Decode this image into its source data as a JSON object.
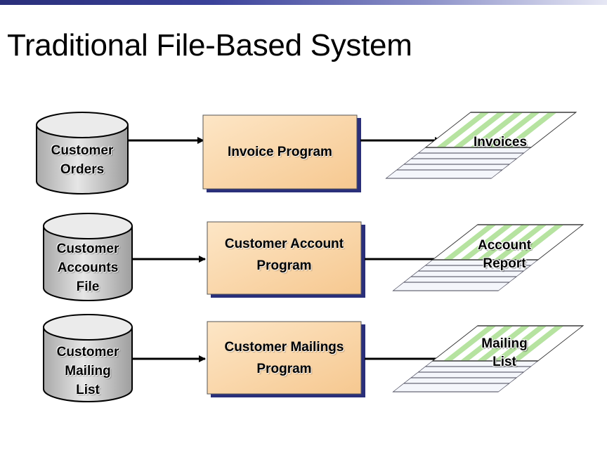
{
  "title": "Traditional File-Based System",
  "colors": {
    "top_bar": "#2a2f7a",
    "cylinder_fill": "#d6d6d6",
    "program_box_fill": "#fbd7a8",
    "program_box_border": "#2a2f7a",
    "arrow": "#000000",
    "paper_stripe_green": "#b6e3a0"
  },
  "rows": [
    {
      "source": {
        "label_lines": [
          "Customer",
          "Orders"
        ]
      },
      "program": {
        "label_lines": [
          "Invoice Program"
        ]
      },
      "output": {
        "label_lines": [
          "Invoices"
        ]
      }
    },
    {
      "source": {
        "label_lines": [
          "Customer",
          "Accounts",
          "File"
        ]
      },
      "program": {
        "label_lines": [
          "Customer Account",
          "Program"
        ]
      },
      "output": {
        "label_lines": [
          "Account",
          "Report"
        ]
      }
    },
    {
      "source": {
        "label_lines": [
          "Customer",
          "Mailing",
          "List"
        ]
      },
      "program": {
        "label_lines": [
          "Customer Mailings",
          "Program"
        ]
      },
      "output": {
        "label_lines": [
          "Mailing",
          "List"
        ]
      }
    }
  ]
}
